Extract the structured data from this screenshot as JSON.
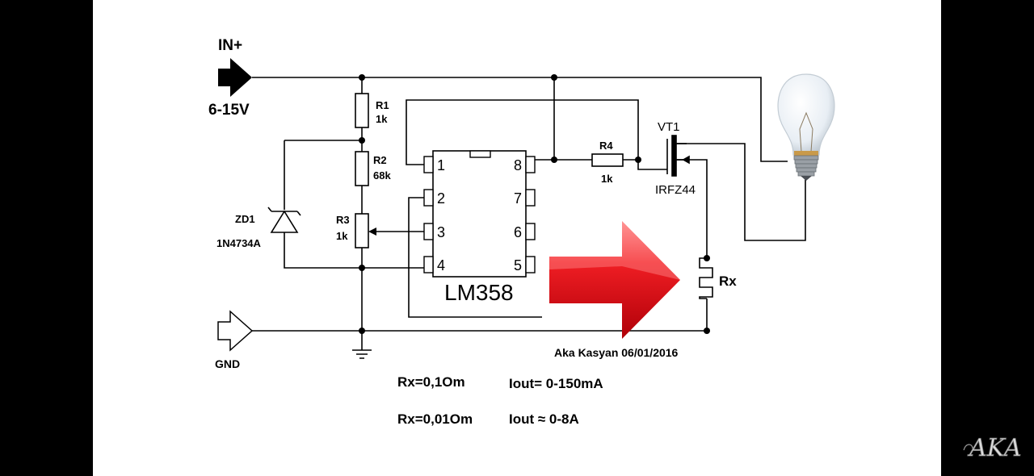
{
  "terminals": {
    "in_label": "IN+",
    "in_voltage": "6-15V",
    "gnd_label": "GND"
  },
  "components": {
    "r1": {
      "ref": "R1",
      "value": "1k"
    },
    "r2": {
      "ref": "R2",
      "value": "68k"
    },
    "r3": {
      "ref": "R3",
      "value": "1k"
    },
    "r4": {
      "ref": "R4",
      "value": "1k"
    },
    "zd1": {
      "ref": "ZD1",
      "part": "1N4734A"
    },
    "vt1": {
      "ref": "VT1",
      "part": "IRFZ44"
    },
    "rx": {
      "ref": "Rx"
    },
    "ic": {
      "part": "LM358",
      "pins": [
        "1",
        "2",
        "3",
        "4",
        "5",
        "6",
        "7",
        "8"
      ]
    }
  },
  "credit": "Aka Kasyan 06/01/2016",
  "notes": {
    "row1_rx": "Rx=0,1Om",
    "row1_iout": "Iout= 0-150mA",
    "row2_rx": "Rx=0,01Om",
    "row2_iout": "Iout ≈ 0-8A"
  },
  "logo": "AKA",
  "colors": {
    "arrow_red": "#e0101a",
    "wire": "#000000",
    "background": "#ffffff"
  }
}
